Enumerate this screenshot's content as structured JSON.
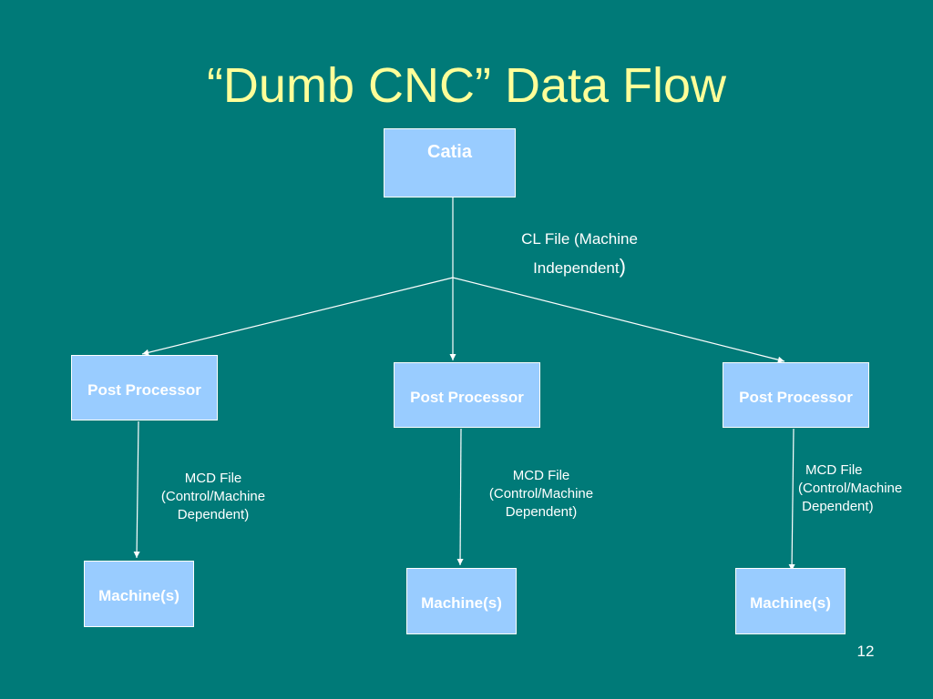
{
  "slide": {
    "title": "“Dumb CNC” Data Flow",
    "page_number": "12"
  },
  "nodes": {
    "catia": "Catia",
    "post_processor_1": "Post Processor",
    "post_processor_2": "Post Processor",
    "post_processor_3": "Post Processor",
    "machine_1": "Machine(s)",
    "machine_2": "Machine(s)",
    "machine_3": "Machine(s)"
  },
  "edge_labels": {
    "cl_file_line1": "CL File (Machine",
    "cl_file_line2": "Independent",
    "cl_file_paren": ")",
    "mcd_1": [
      "MCD File",
      "(Control/Machine",
      "Dependent)"
    ],
    "mcd_2": [
      "MCD File",
      "(Control/Machine",
      "Dependent)"
    ],
    "mcd_3": [
      "MCD File",
      "(Control/Machine",
      " Dependent)"
    ]
  },
  "colors": {
    "background": "#007a78",
    "title": "#ffff99",
    "box_fill": "#99ccff",
    "box_text": "#ffffff",
    "line": "#ffffff"
  }
}
